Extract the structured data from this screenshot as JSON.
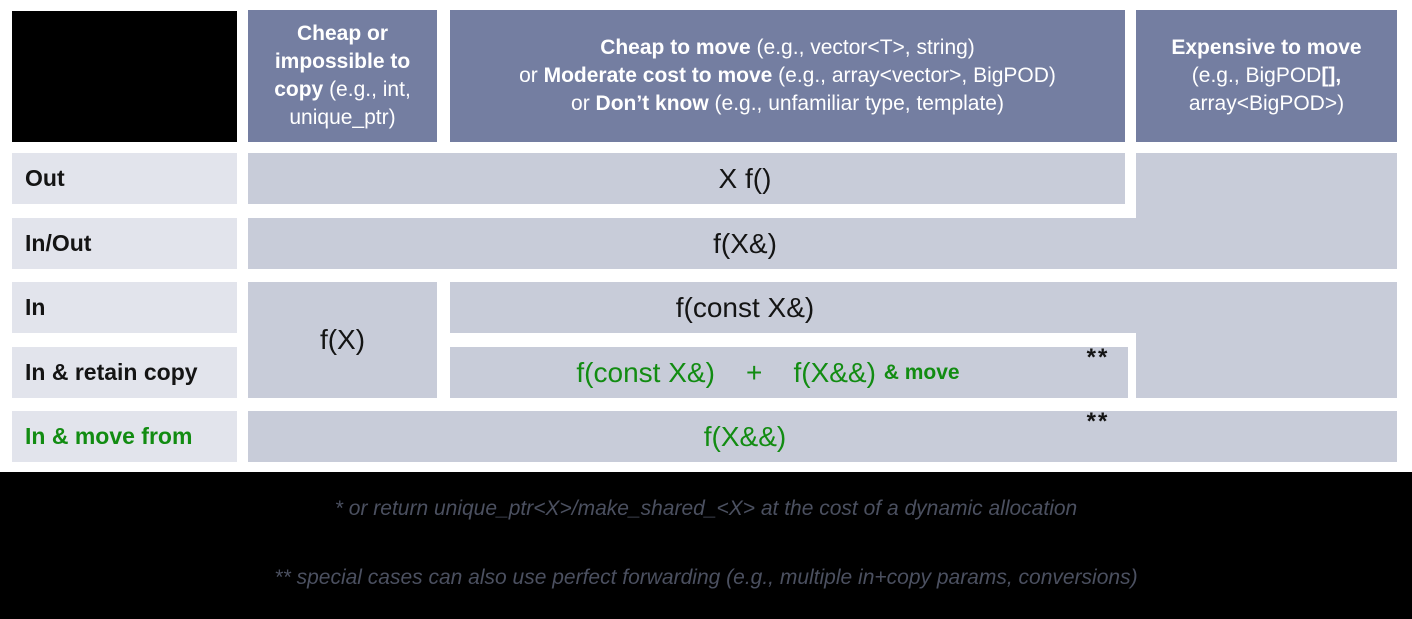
{
  "slide": {
    "headers": {
      "col1": {
        "line1": "Cheap or",
        "line2": "impossible to",
        "line3_bold": "copy",
        "line3_rest": " (e.g., int,",
        "line4": "unique_ptr)"
      },
      "col2_lines": [
        {
          "pre": "",
          "bold": "Cheap to move",
          "rest": " (e.g., vector<T>, string)"
        },
        {
          "pre": "or ",
          "bold": "Moderate cost to move",
          "rest": " (e.g., array<vector>, BigPOD)"
        },
        {
          "pre": "or ",
          "bold": "Don’t know",
          "rest": " (e.g., unfamiliar type, template)"
        }
      ],
      "col3": {
        "line1": "Expensive to move",
        "line2a": "(e.g., BigPOD",
        "line2b": "[],",
        "line3": "array<BigPOD>)"
      }
    },
    "row_labels": [
      {
        "label": "Out"
      },
      {
        "label": "In/Out"
      },
      {
        "label": "In"
      },
      {
        "label": "In & retain copy"
      },
      {
        "label": "In & move from"
      }
    ],
    "cells": {
      "out": "X f()",
      "inout": "f(X&)",
      "in": "f(const X&)",
      "cheap_copy_in": "f(X)",
      "retain_main": "f(const X&)    +    f(X&&) ",
      "retain_small": "& move",
      "move": "f(X&&)",
      "double_asterisk": "**"
    },
    "footnotes": {
      "note1": "* or return unique_ptr<X>/make_shared_<X> at the cost of a dynamic allocation",
      "note2": "** special cases can also use perfect forwarding (e.g., multiple in+copy params, conversions)"
    },
    "colors": {
      "header_bg": "#747ea1",
      "cell_bg": "#c8ccd9",
      "label_bg": "#e2e4ec",
      "accent_green": "#128c12",
      "footnote_text": "#4b5060",
      "header_text": "#ffffff",
      "code_text": "#141414",
      "background_band": "#000000"
    }
  }
}
